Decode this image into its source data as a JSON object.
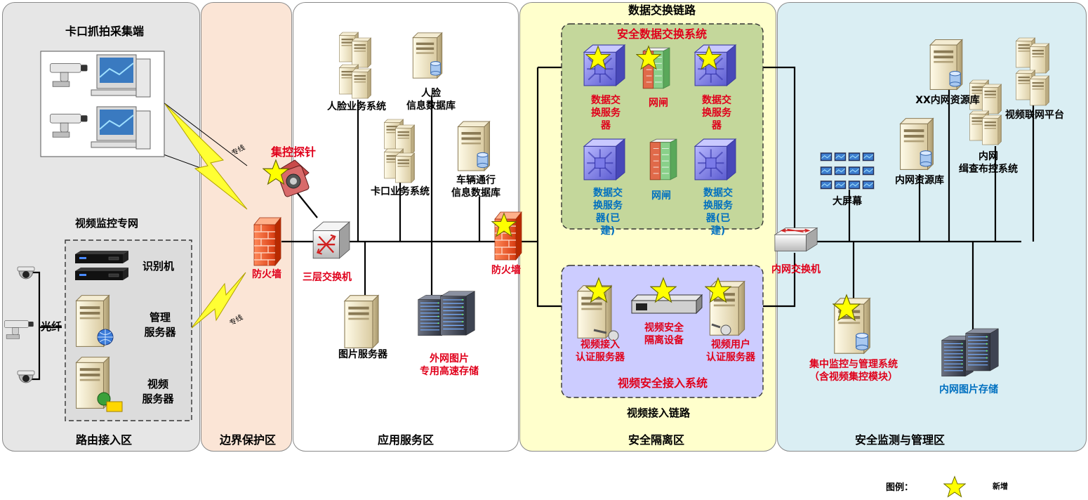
{
  "zones": {
    "routing": "路由接入区",
    "boundary": "边界保护区",
    "app": "应用服务区",
    "isolation": "安全隔离区",
    "monitor": "安全监测与管理区"
  },
  "routing": {
    "capture_title": "卡口抓拍采集端",
    "video_net_title": "视频监控专网",
    "fiber": "光纤",
    "recognizer": "识别机",
    "mgmt_server": [
      "管理",
      "服务器"
    ],
    "video_server": [
      "视频",
      "服务器"
    ]
  },
  "links": {
    "dedicated_line_1": "专线",
    "dedicated_line_2": "专线"
  },
  "boundary": {
    "probe": "集控探针",
    "firewall": "防火墙"
  },
  "app": {
    "face_service": "人脸业务系统",
    "face_db": [
      "人脸",
      "信息数据库"
    ],
    "checkpoint_service": "卡口业务系统",
    "vehicle_db": [
      "车辆通行",
      "信息数据库"
    ],
    "l3_switch": "三层交换机",
    "firewall": "防火墙",
    "image_server": "图片服务器",
    "ext_storage": [
      "外网图片",
      "专用高速存储"
    ]
  },
  "isolation": {
    "data_link_title": "数据交换链路",
    "secure_exchange_title": "安全数据交换系统",
    "exchange_server_new_1": [
      "数据交",
      "换服务",
      "器"
    ],
    "gatekeeper_new": "网闸",
    "exchange_server_new_2": [
      "数据交",
      "换服务",
      "器"
    ],
    "exchange_server_old_1": [
      "数据交",
      "换服务",
      "器(已",
      "建)"
    ],
    "gatekeeper_old": "网闸",
    "exchange_server_old_2": [
      "数据交",
      "换服务",
      "器(已",
      "建)"
    ],
    "video_access_auth": [
      "视频接入",
      "认证服务器"
    ],
    "video_isolation": [
      "视频安全",
      "隔离设备"
    ],
    "video_user_auth": [
      "视频用户",
      "认证服务器"
    ],
    "video_access_system": "视频安全接入系统",
    "video_link_title": "视频接入链路"
  },
  "monitor": {
    "intranet_resource_xx": "XX内网资源库",
    "video_platform": "视频联网平台",
    "big_screen": "大屏幕",
    "intranet_resource": "内网资源库",
    "control_system": [
      "内网",
      "缉查布控系统"
    ],
    "intranet_switch": "内网交换机",
    "central_monitor": [
      "集中监控与管理系统",
      "（含视频集控模块）"
    ],
    "intranet_storage": "内网图片存储"
  },
  "legend": {
    "label": "图例：",
    "new": "新增"
  },
  "colors": {
    "routing_zone": "#e6e6e6",
    "boundary_zone": "#fbe5d6",
    "app_zone": "#ffffff",
    "isolation_zone": "#ffffcc",
    "monitor_zone": "#daeef3",
    "exchange_box": "#c4d79b",
    "access_box": "#ccccff",
    "star": "#ffff00",
    "red_text": "#e0001b",
    "blue_text": "#0070c0"
  }
}
